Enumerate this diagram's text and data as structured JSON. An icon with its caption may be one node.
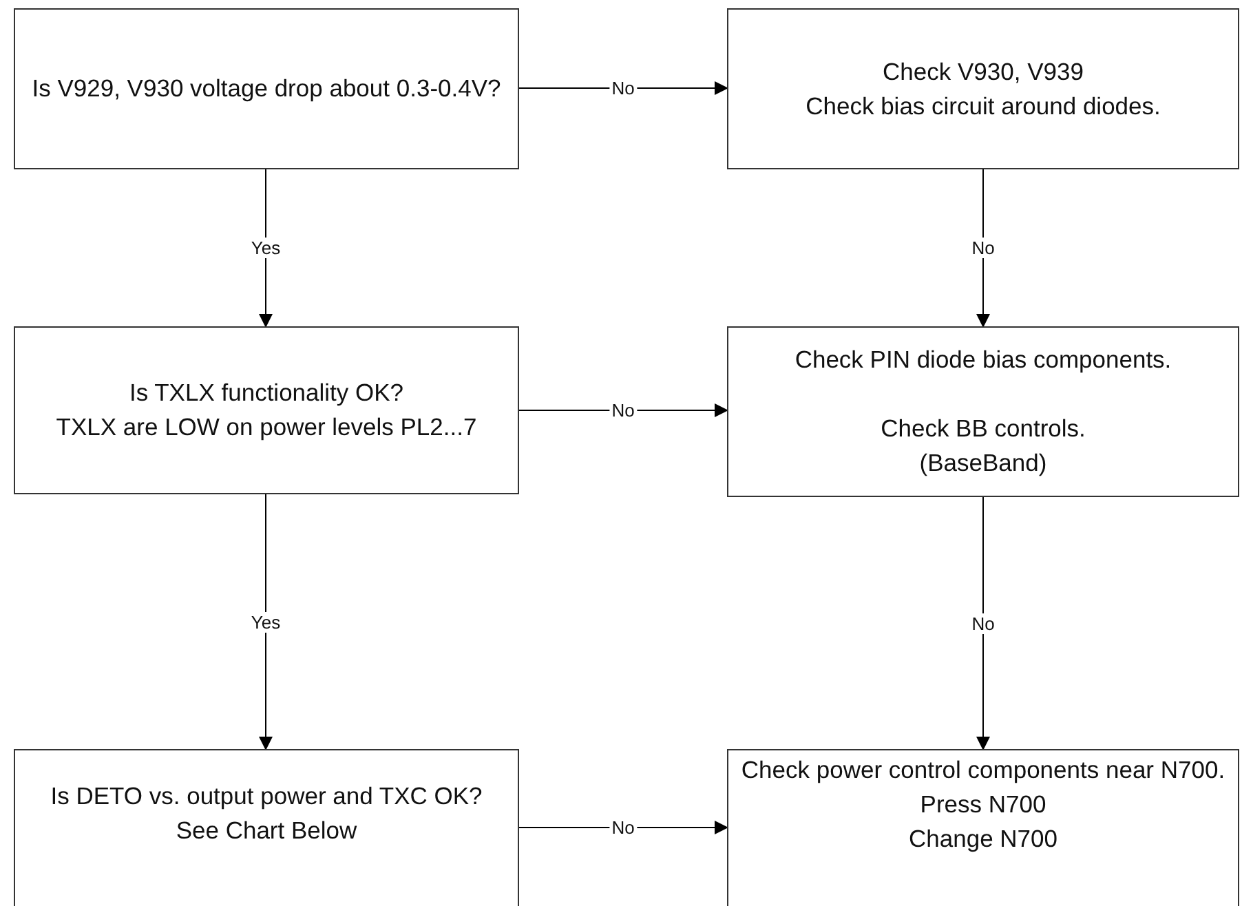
{
  "diagram": {
    "nodes": [
      {
        "text": [
          "Is V929, V930 voltage drop about 0.3-0.4V?"
        ]
      },
      {
        "text": [
          "Check V930, V939",
          "Check bias circuit around diodes."
        ]
      },
      {
        "text": [
          "Is TXLX functionality OK?",
          "TXLX are LOW on power levels PL2...7"
        ]
      },
      {
        "text": [
          "Check PIN diode bias components.",
          "Check BB controls.",
          "(BaseBand)"
        ]
      },
      {
        "text": [
          "Is DETO vs. output power and TXC OK?",
          "See Chart Below"
        ]
      },
      {
        "text": [
          "Check power control components near N700.",
          "Press N700",
          "Change N700"
        ]
      }
    ],
    "edges": [
      {
        "from": 0,
        "to": 1,
        "arrow": "to",
        "label": "No"
      },
      {
        "from": 0,
        "to": 2,
        "arrow": "to",
        "label": "Yes"
      },
      {
        "from": 1,
        "to": 3,
        "arrow": "to",
        "label": "No"
      },
      {
        "from": 2,
        "to": 3,
        "arrow": "to",
        "label": "No"
      },
      {
        "from": 2,
        "to": 4,
        "arrow": "to",
        "label": "Yes"
      },
      {
        "from": 3,
        "to": 5,
        "arrow": "to",
        "label": "No"
      },
      {
        "from": 4,
        "to": 5,
        "arrow": "to",
        "label": "No"
      }
    ]
  }
}
